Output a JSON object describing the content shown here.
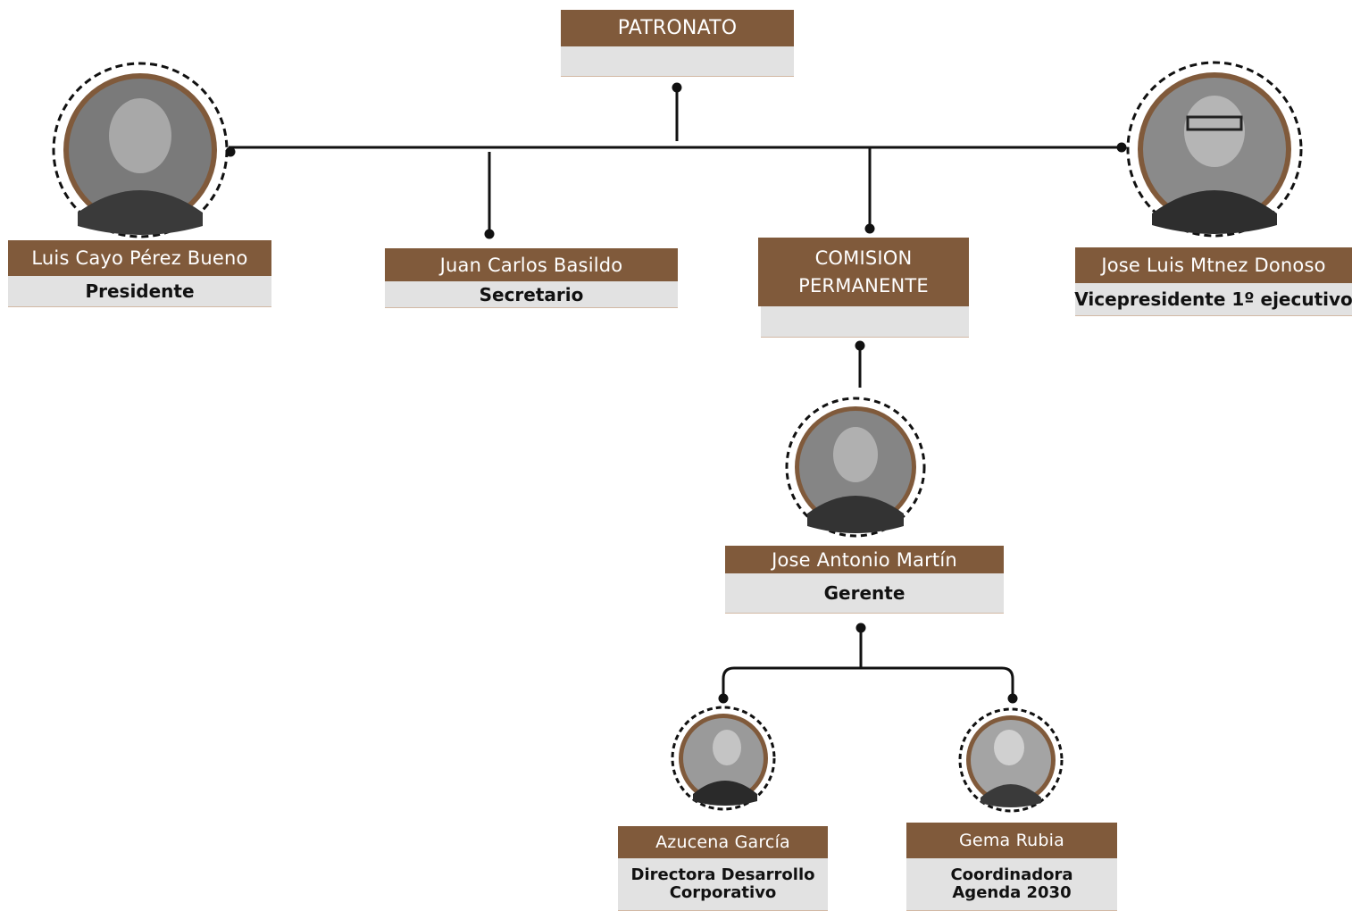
{
  "colors": {
    "box_header": "#805a3b",
    "box_body": "#e2e2e2",
    "connector": "#111111",
    "photo_ring": "#805a3b"
  },
  "patronato": {
    "title": "PATRONATO"
  },
  "comision": {
    "title_line1": "COMISION",
    "title_line2": "PERMANENTE"
  },
  "people": {
    "presidente": {
      "name": "Luis Cayo Pérez Bueno",
      "role": "Presidente"
    },
    "secretario": {
      "name": "Juan Carlos Basildo",
      "role": "Secretario"
    },
    "vicepresidente": {
      "name": "Jose Luis Mtnez Donoso",
      "role": "Vicepresidente 1º ejecutivo"
    },
    "gerente": {
      "name": "Jose Antonio Martín",
      "role": "Gerente"
    },
    "directora": {
      "name": "Azucena García",
      "role_line1": "Directora Desarrollo",
      "role_line2": "Corporativo"
    },
    "coordinadora": {
      "name": "Gema Rubia",
      "role_line1": "Coordinadora",
      "role_line2": "Agenda 2030"
    }
  }
}
